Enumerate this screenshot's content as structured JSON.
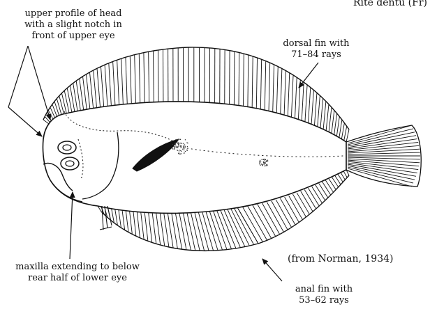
{
  "title": "Rite dentu (Fr)",
  "labels": {
    "head": [
      "upper profile of head",
      "with a slight notch in",
      "front of upper eye"
    ],
    "dorsal": [
      "dorsal fin with",
      "71–84 rays"
    ],
    "maxilla": [
      "maxilla extending to below",
      "rear half of lower eye"
    ],
    "anal": [
      "anal fin with",
      "53–62 rays"
    ],
    "source": "(from Norman, 1934)"
  }
}
